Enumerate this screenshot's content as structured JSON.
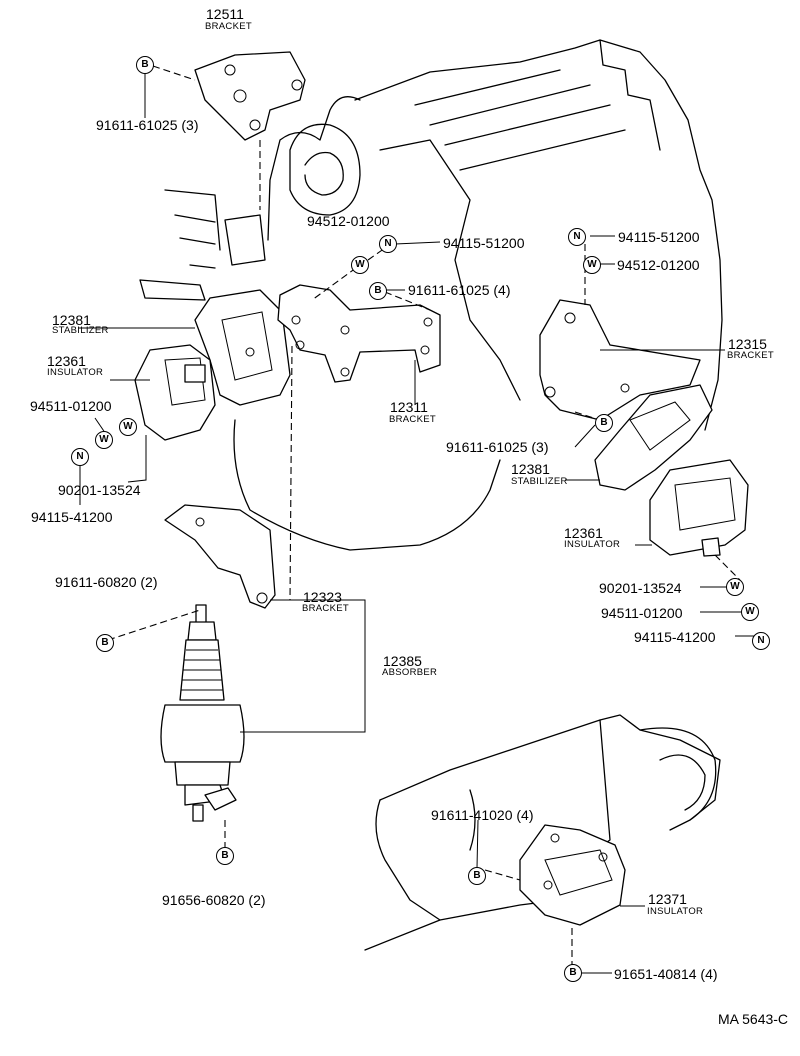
{
  "diagram_ref": "MA 5643-C",
  "symbols": {
    "bolt": "B",
    "nut": "N",
    "washer": "W"
  },
  "parts": {
    "p12511": {
      "number": "12511",
      "name": "BRACKET"
    },
    "p12381_left": {
      "number": "12381",
      "name": "STABILIZER"
    },
    "p12361_left": {
      "number": "12361",
      "name": "INSULATOR"
    },
    "p12311": {
      "number": "12311",
      "name": "BRACKET"
    },
    "p12315": {
      "number": "12315",
      "name": "BRACKET"
    },
    "p12381_right": {
      "number": "12381",
      "name": "STABILIZER"
    },
    "p12361_right": {
      "number": "12361",
      "name": "INSULATOR"
    },
    "p12323": {
      "number": "12323",
      "name": "BRACKET"
    },
    "p12385": {
      "number": "12385",
      "name": "ABSORBER"
    },
    "p12371": {
      "number": "12371",
      "name": "INSULATOR"
    }
  },
  "fasteners": {
    "f1": "91611-61025 (3)",
    "f2": "94512-01200",
    "f3": "94115-51200",
    "f4": "91611-61025 (4)",
    "f5": "94115-51200",
    "f6": "94512-01200",
    "f7": "94511-01200",
    "f8": "90201-13524",
    "f9": "94115-41200",
    "f10": "91611-61025 (3)",
    "f11": "91611-60820 (2)",
    "f12": "90201-13524",
    "f13": "94511-01200",
    "f14": "94115-41200",
    "f15": "91611-41020 (4)",
    "f16": "91656-60820 (2)",
    "f17": "91651-40814 (4)"
  }
}
